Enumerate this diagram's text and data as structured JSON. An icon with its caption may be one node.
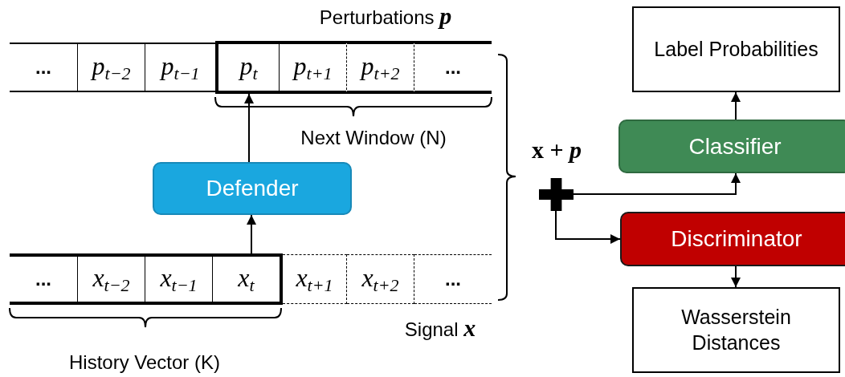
{
  "diagram": {
    "nodes": [
      {
        "text": [
          "..."
        ]
      },
      {
        "text": [
          "p$_{t−2}$"
        ]
      },
      {
        "text": [
          "p$_{t−1}$"
        ]
      },
      {
        "text": [
          "p$_{t}$"
        ]
      },
      {
        "text": [
          "p$_{t+1}$"
        ]
      },
      {
        "text": [
          "p$_{t+2}$"
        ]
      },
      {
        "text": [
          "..."
        ]
      },
      {
        "text": [
          "Defender"
        ]
      },
      {
        "text": [
          "..."
        ]
      },
      {
        "text": [
          "x$_{t−2}$"
        ]
      },
      {
        "text": [
          "x$_{t−1}$"
        ]
      },
      {
        "text": [
          "x$_{t}$"
        ]
      },
      {
        "text": [
          "x$_{t+1}$"
        ]
      },
      {
        "text": [
          "x$_{t+2}$"
        ]
      },
      {
        "text": [
          "..."
        ]
      },
      {
        "text": [],
        "shape": "cross"
      },
      {
        "text": [
          "Classifier"
        ]
      },
      {
        "text": [
          "Discriminator"
        ]
      },
      {
        "text": [
          "Label Probabilities"
        ]
      },
      {
        "text": [
          "Wasserstein Distances"
        ]
      }
    ],
    "edges": [
      {
        "from": 11,
        "to": 7,
        "arrow": "to"
      },
      {
        "from": 7,
        "to": 3,
        "arrow": "to"
      },
      {
        "from": 15,
        "to": 16,
        "arrow": "to"
      },
      {
        "from": 15,
        "to": 17,
        "arrow": "to"
      },
      {
        "from": 16,
        "to": 18,
        "arrow": "to"
      },
      {
        "from": 17,
        "to": 19,
        "arrow": "to"
      }
    ],
    "labels": [
      "Perturbations **p**",
      "Next Window (N)",
      "x + *p*",
      "Signal **x**",
      "History Vector (K)"
    ]
  }
}
